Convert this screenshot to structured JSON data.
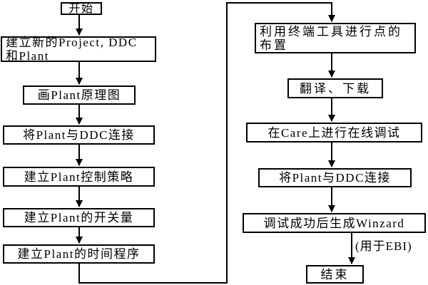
{
  "flowchart": {
    "colors": {
      "background": "#ffffff",
      "line": "#000000",
      "box_border": "#000000",
      "text": "#000000"
    },
    "left_column": [
      {
        "id": "start",
        "label": "开始"
      },
      {
        "id": "create-project",
        "label": "建立新的Project, DDC\n和Plant"
      },
      {
        "id": "draw-plant",
        "label": "画Plant原理图"
      },
      {
        "id": "connect-plant-ddc",
        "label": "将Plant与DDC连接"
      },
      {
        "id": "control-strategy",
        "label": "建立Plant控制策略"
      },
      {
        "id": "switch-values",
        "label": "建立Plant的开关量"
      },
      {
        "id": "time-program",
        "label": "建立Plant的时间程序"
      }
    ],
    "right_column": [
      {
        "id": "terminal-points",
        "label": "利用终端工具进行点的\n布置"
      },
      {
        "id": "translate-download",
        "label": "翻译、下载"
      },
      {
        "id": "online-debug",
        "label": "在Care上进行在线调试"
      },
      {
        "id": "connect-plant-ddc-2",
        "label": "将Plant与DDC连接"
      },
      {
        "id": "generate-winzard",
        "label": "调试成功后生成Winzard",
        "note": "(用于EBI)"
      },
      {
        "id": "end",
        "label": "结束"
      }
    ]
  }
}
